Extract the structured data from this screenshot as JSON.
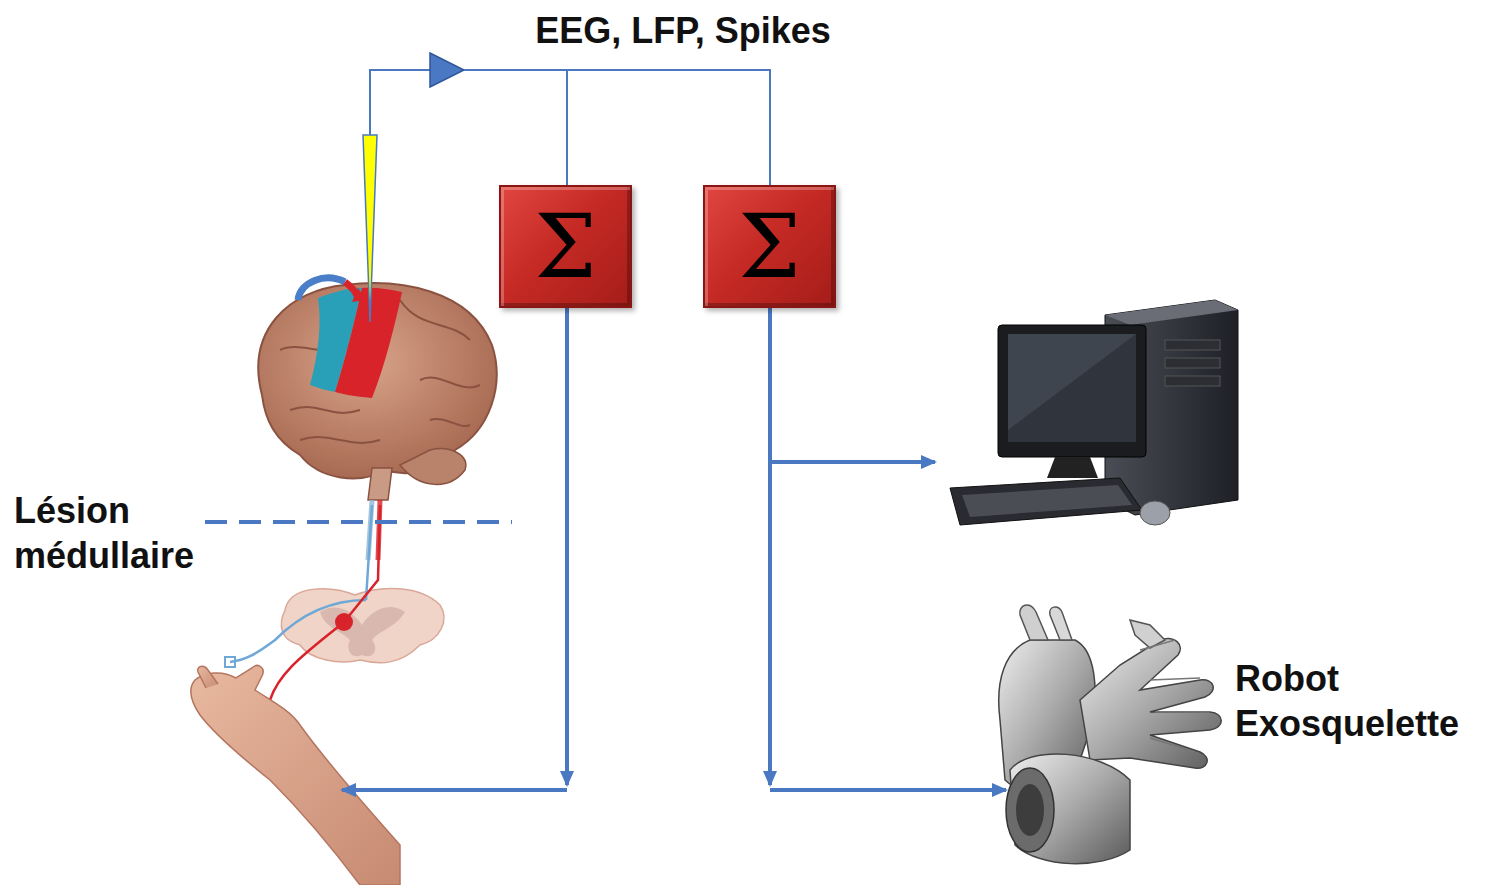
{
  "diagram": {
    "nodes": [
      {
        "text": [
          "Σ"
        ]
      },
      {
        "text": [
          "Σ"
        ]
      }
    ],
    "labels": [
      "EEG, LFP, Spikes",
      "Lésion médullaire",
      "Robot Exosquelette"
    ]
  }
}
